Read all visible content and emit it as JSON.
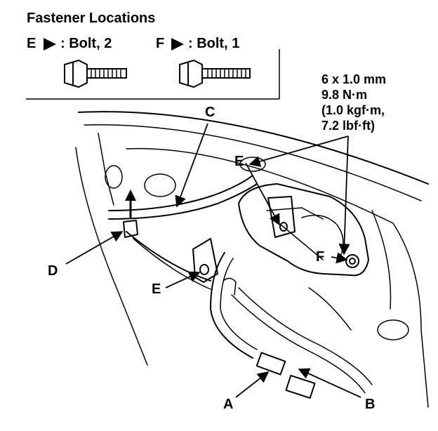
{
  "legend": {
    "title": "Fastener Locations",
    "item_e": {
      "key": "E",
      "text": ": Bolt, 2"
    },
    "item_f": {
      "key": "F",
      "text": ": Bolt, 1"
    }
  },
  "spec": {
    "line1": "6 x 1.0 mm",
    "line2": "9.8 N·m",
    "line3": "(1.0 kgf·m,",
    "line4": "7.2 lbf·ft)"
  },
  "callouts": {
    "a": "A",
    "b": "B",
    "c": "C",
    "d": "D",
    "e_upper": "E",
    "e_lower": "E",
    "f": "F"
  }
}
